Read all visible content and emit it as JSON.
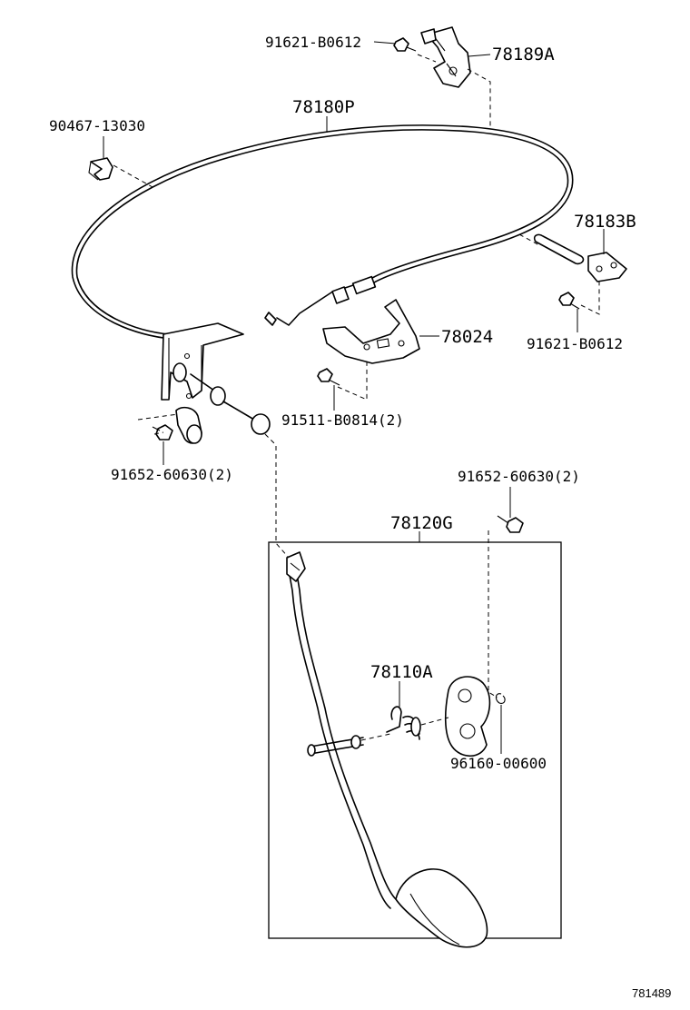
{
  "labels": {
    "p78189A": "78189A",
    "p91621_top": "91621-B0612",
    "p78180P": "78180P",
    "p90467": "90467-13030",
    "p78183B": "78183B",
    "p91621_right": "91621-B0612",
    "p78024": "78024",
    "p91511": "91511-B0814(2)",
    "p91652_left": "91652-60630(2)",
    "p91652_right": "91652-60630(2)",
    "p78120G": "78120G",
    "p78110A": "78110A",
    "p96160": "96160-00600"
  },
  "figure_number": "781489"
}
